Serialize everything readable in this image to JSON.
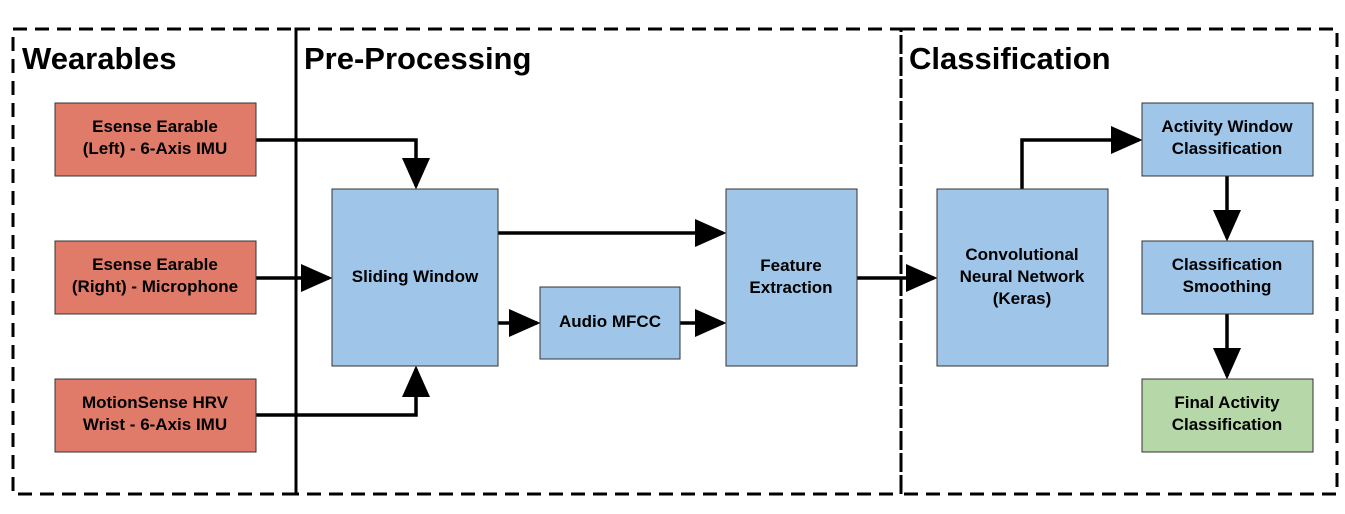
{
  "sections": {
    "wearables": {
      "title": "Wearables"
    },
    "preprocessing": {
      "title": "Pre-Processing"
    },
    "classification": {
      "title": "Classification"
    }
  },
  "colors": {
    "sensor_fill": "#E07B6A",
    "process_fill": "#9FC5E8",
    "final_fill": "#B6D7A8",
    "line": "#000000"
  },
  "nodes": {
    "esense_left": {
      "lines": [
        "Esense Earable",
        "(Left) - 6-Axis IMU"
      ]
    },
    "esense_right": {
      "lines": [
        "Esense Earable",
        "(Right) - Microphone"
      ]
    },
    "motionsense": {
      "lines": [
        "MotionSense HRV",
        "Wrist - 6-Axis IMU"
      ]
    },
    "sliding_window": {
      "lines": [
        "Sliding Window"
      ]
    },
    "audio_mfcc": {
      "lines": [
        "Audio MFCC"
      ]
    },
    "feature_extraction": {
      "lines": [
        "Feature",
        "Extraction"
      ]
    },
    "cnn": {
      "lines": [
        "Convolutional",
        "Neural Network",
        "(Keras)"
      ]
    },
    "activity_window": {
      "lines": [
        "Activity Window",
        "Classification"
      ]
    },
    "smoothing": {
      "lines": [
        "Classification",
        "Smoothing"
      ]
    },
    "final_activity": {
      "lines": [
        "Final Activity",
        "Classification"
      ]
    }
  },
  "edges": [
    [
      "esense_left",
      "sliding_window"
    ],
    [
      "esense_right",
      "sliding_window"
    ],
    [
      "motionsense",
      "sliding_window"
    ],
    [
      "sliding_window",
      "feature_extraction"
    ],
    [
      "sliding_window",
      "audio_mfcc"
    ],
    [
      "audio_mfcc",
      "feature_extraction"
    ],
    [
      "feature_extraction",
      "cnn"
    ],
    [
      "cnn",
      "activity_window"
    ],
    [
      "activity_window",
      "smoothing"
    ],
    [
      "smoothing",
      "final_activity"
    ]
  ]
}
